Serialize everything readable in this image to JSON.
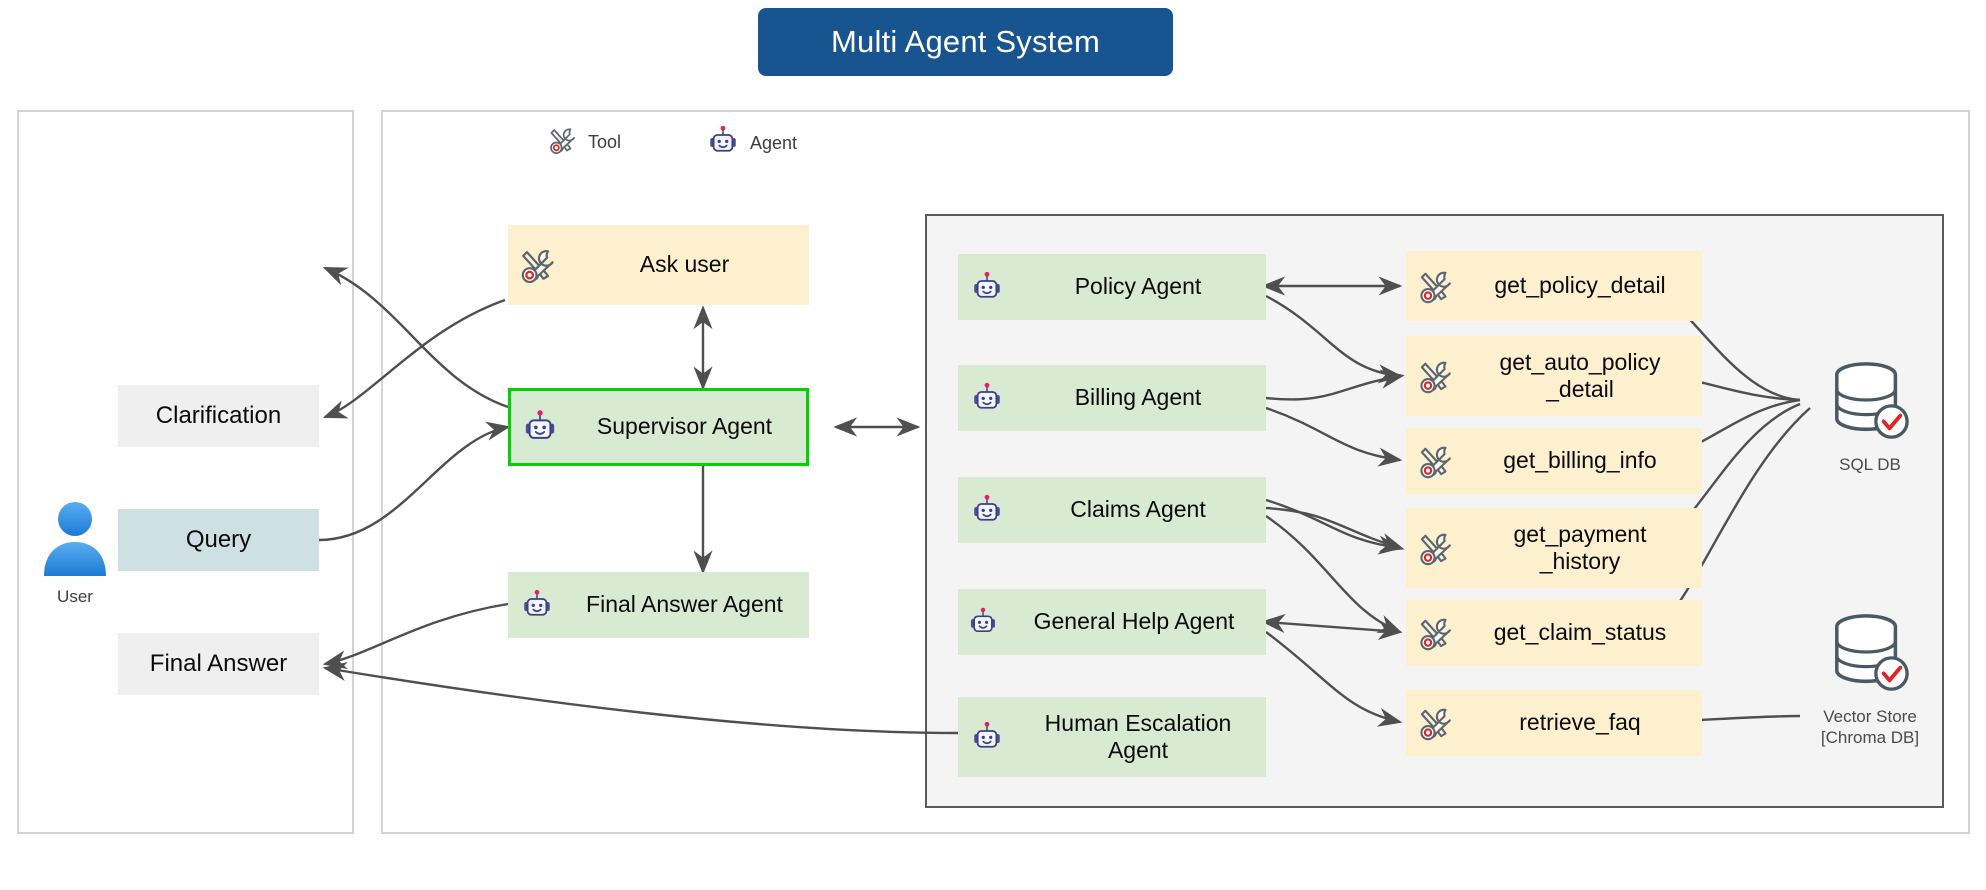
{
  "title": "Multi Agent System",
  "legend": [
    {
      "icon": "tool-icon",
      "label": "Tool"
    },
    {
      "icon": "agent-robot-icon",
      "label": "Agent"
    }
  ],
  "colors": {
    "title_bg": "#18548f",
    "tool_bg": "#fdf0cf",
    "agent_bg": "#d9ead3",
    "highlight_border": "#00d400",
    "query_bg": "#cfe0e4",
    "message_bg": "#efefef",
    "cluster_bg": "#f4f4f4",
    "edge": "#4f4f4f",
    "user_avatar": "#3d9ae8"
  },
  "user_panel": {
    "avatar_label": "User",
    "messages": [
      {
        "label": "Clarification",
        "style": "grey"
      },
      {
        "label": "Query",
        "style": "blue"
      },
      {
        "label": "Final Answer",
        "style": "grey"
      }
    ]
  },
  "orchestrator": {
    "ask_user": {
      "label": "Ask user",
      "type": "tool"
    },
    "supervisor": {
      "label": "Supervisor Agent",
      "type": "agent",
      "highlighted": true
    },
    "final_answer": {
      "label": "Final Answer Agent",
      "type": "agent"
    }
  },
  "agents": [
    {
      "label": "Policy Agent"
    },
    {
      "label": "Billing Agent"
    },
    {
      "label": "Claims Agent"
    },
    {
      "label": "General Help Agent"
    },
    {
      "label": "Human Escalation\nAgent"
    }
  ],
  "tools": [
    {
      "label": "get_policy_detail"
    },
    {
      "label": "get_auto_policy\n_detail"
    },
    {
      "label": "get_billing_info"
    },
    {
      "label": "get_payment\n_history"
    },
    {
      "label": "get_claim_status"
    },
    {
      "label": "retrieve_faq"
    }
  ],
  "datastores": [
    {
      "label": "SQL DB",
      "icon": "database-check-icon"
    },
    {
      "label": "Vector Store\n[Chroma DB]",
      "icon": "database-check-icon"
    }
  ]
}
